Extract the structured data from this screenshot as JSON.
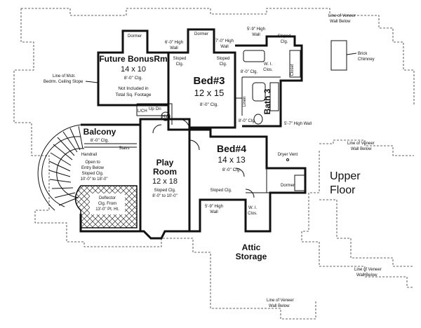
{
  "floor_label": {
    "line1": "Upper",
    "line2": "Floor"
  },
  "rooms": {
    "future_bonus": {
      "name": "Future BonusRm",
      "size": "14 x 10",
      "ceiling": "8'-0\" Clg.",
      "note1": "Not Included in",
      "note2": "Total Sq. Footage"
    },
    "bed3": {
      "name": "Bed#3",
      "size": "12 x 15",
      "ceiling": "8'-0\" Clg."
    },
    "bed4": {
      "name": "Bed#4",
      "size": "14 x 13",
      "ceiling": "8'-0\" Clg."
    },
    "play": {
      "name": "Play",
      "name2": "Room",
      "size": "12 x 18",
      "clg1": "Sloped Clg.",
      "clg2": "8'-0\" to 10'-0\""
    },
    "balcony": {
      "name": "Balcony",
      "ceiling": "8'-0\" Clg."
    },
    "bath3": {
      "name": "Bath 3",
      "ceiling": "8'-0\" Clg."
    },
    "attic": {
      "name": "Attic",
      "name2": "Storage"
    }
  },
  "labels": {
    "dormer": "Dormer",
    "high_wall_6": "6'-0\" High",
    "high_wall_7": "7'-0\" High",
    "wall": "Wall",
    "high_wall_59a": "5'-9\" High",
    "high_wall_59b": "5'-9\" High",
    "sloped_clg": "Sloped",
    "clg": "Clg.",
    "sloped_clg_full": "Sloped Clg.",
    "wi_clos": "W. I.",
    "clos": "Clos.",
    "closet": "Closet",
    "linen": "Linen",
    "high_wall_57": "5'-7\" High Wall",
    "clg_8": "8'-0\" Clg.",
    "lch": "L/CH",
    "up": "Up",
    "dn": "Dn",
    "hw": "HW",
    "stairs": "Stairs",
    "handrail": "Handrail",
    "open_entry1": "Open to",
    "open_entry2": "Entry Below",
    "open_entry3": "Sloped Clg.",
    "open_entry4": "10'-0\" to 18'-0\"",
    "deflector1": "Deflector",
    "deflector2": "Clg. From",
    "deflector3": "13'-0\" Pt. Ht.",
    "dryer_vent": "Dryer Vent",
    "brick_chimney1": "Brick",
    "brick_chimney2": "Chimney",
    "veneer_top1": "Line of Veneer",
    "veneer_top2": "Wall Below",
    "veneer_right1": "Line of Veneer",
    "veneer_right2": "Wall Below",
    "veneer_mid1": "Line of Veneer",
    "veneer_mid2": "Wall Below",
    "veneer_bottom1": "Line of Veneer",
    "veneer_bottom2": "Wall Below",
    "mstr1": "Line of Mstr.",
    "mstr2": "Bedrm. Ceiling Slope"
  }
}
